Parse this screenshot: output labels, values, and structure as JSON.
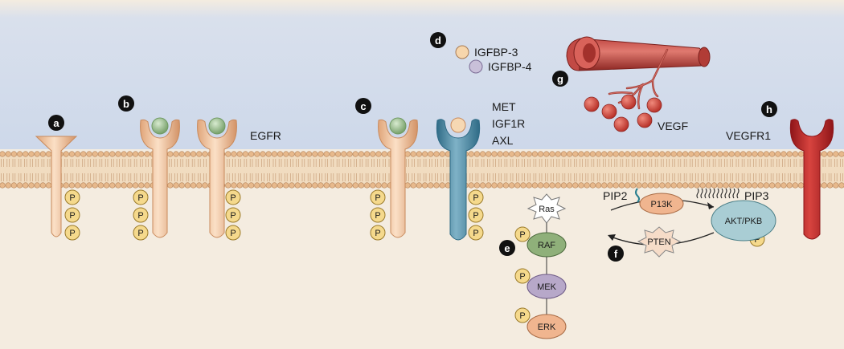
{
  "panels": {
    "a": "a",
    "b": "b",
    "c": "c",
    "d": "d",
    "e": "e",
    "f": "f",
    "g": "g",
    "h": "h"
  },
  "labels": {
    "egfr": "EGFR",
    "met": "MET",
    "igf1r": "IGF1R",
    "axl": "AXL",
    "igfbp3": "IGFBP-3",
    "igfbp4": "IGFBP-4",
    "vegf": "VEGF",
    "vegfr1": "VEGFR1",
    "ras": "Ras",
    "raf": "RAF",
    "mek": "MEK",
    "erk": "ERK",
    "pip2": "PIP2",
    "pip3": "PIP3",
    "p13k": "P13K",
    "akt": "AKT/PKB",
    "pten": "PTEN",
    "p": "P"
  },
  "colors": {
    "receptor": "#f2c49a",
    "receptor_dark": "#c98a5c",
    "met_receptor": "#4d8aa3",
    "vegfr1": "#b8262a",
    "ligand_green": "#9cc08e",
    "raf": "#8fb07a",
    "mek": "#b7a8c9",
    "erk": "#f0b58f",
    "akt": "#a9cdd4",
    "membrane": "#e6c59c"
  }
}
